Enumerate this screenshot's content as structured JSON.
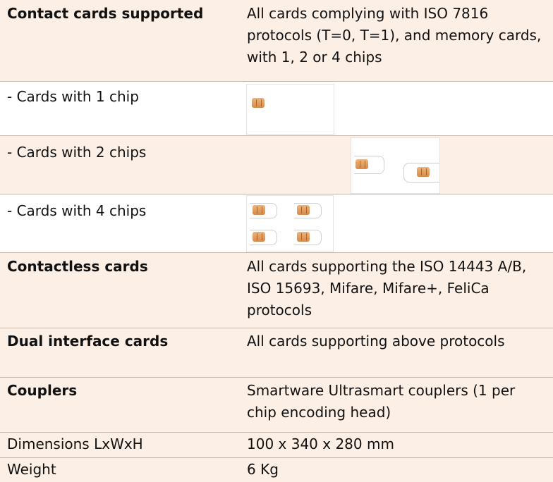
{
  "rows": [
    {
      "label": "Contact cards supported",
      "value": "All cards complying with ISO 7816 protocols (T=0, T=1), and memory cards, with 1, 2 or 4 chips"
    },
    {
      "label": "-  Cards with 1 chip",
      "value": ""
    },
    {
      "label": "- Cards with 2 chips",
      "value": ""
    },
    {
      "label": "- Cards with 4 chips",
      "value": ""
    },
    {
      "label": "Contactless cards",
      "value": "All cards supporting the ISO 14443 A/B, ISO 15693, Mifare, Mifare+, FeliCa protocols"
    },
    {
      "label": "Dual interface cards",
      "value": "All cards supporting above protocols"
    },
    {
      "label": "Couplers",
      "value": "Smartware Ultrasmart couplers (1 per chip encoding head)"
    },
    {
      "label": "Dimensions LxWxH",
      "value": "100 x 340 x 280 mm"
    },
    {
      "label": "Weight",
      "value": "6 Kg"
    }
  ],
  "colors": {
    "shade": "#fcefe5",
    "chip": "#e39a5a",
    "separator": "#c7b6a9"
  },
  "images": {
    "one_chip": "chip-card-1-icon",
    "two_chips": "chip-card-2-icon",
    "four_chips": "chip-card-4-icon"
  }
}
